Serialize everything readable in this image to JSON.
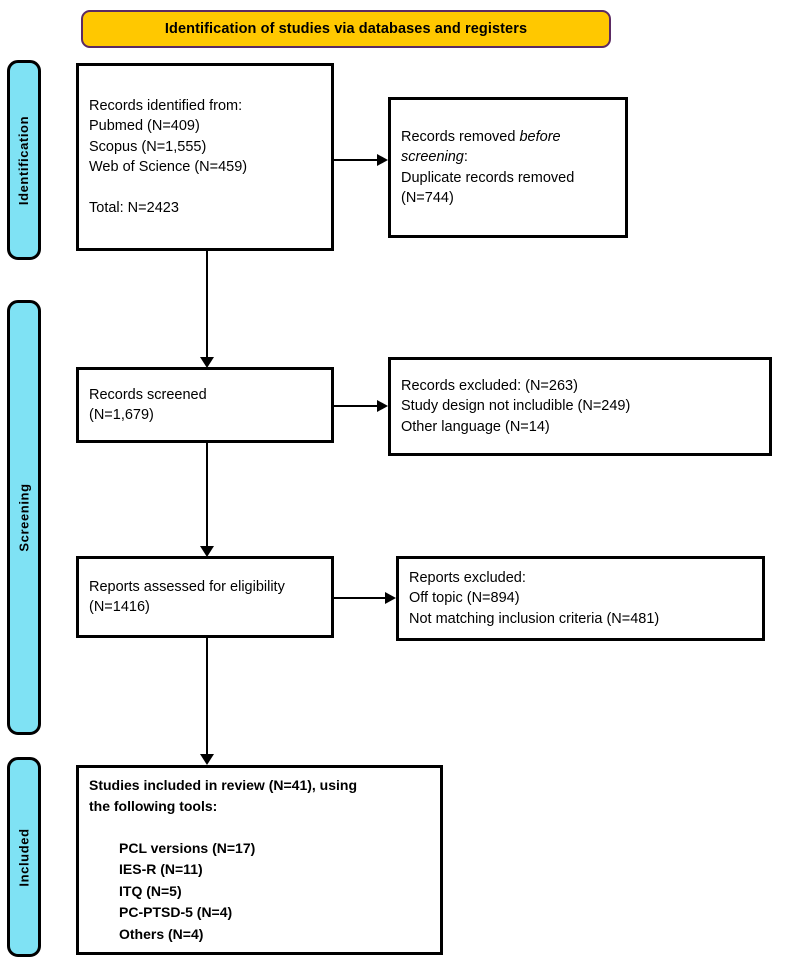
{
  "header": {
    "title": "Identification of studies via databases and registers",
    "background_color": "#FFC800",
    "border_color": "#5B2A63"
  },
  "stages": {
    "accent_color": "#7FE2F4",
    "identification": "Identification",
    "screening": "Screening",
    "included": "Included"
  },
  "boxes": {
    "records_identified": {
      "l1": "Records identified from:",
      "l2": "Pubmed (N=409)",
      "l3": "Scopus (N=1,555)",
      "l4": "Web of Science (N=459)",
      "l5": "Total: N=2423"
    },
    "records_removed": {
      "l1a": "Records removed ",
      "l1b": "before",
      "l2a": "screening",
      "l2b": ":",
      "l3": "Duplicate records removed",
      "l4": "(N=744)"
    },
    "records_screened": {
      "l1": "Records screened",
      "l2": "(N=1,679)"
    },
    "records_excluded": {
      "l1": "Records excluded: (N=263)",
      "l2": "Study design not includible (N=249)",
      "l3": "Other language (N=14)"
    },
    "reports_assessed": {
      "l1": "Reports assessed for eligibility",
      "l2": "(N=1416)"
    },
    "reports_excluded": {
      "l1": "Reports excluded:",
      "l2": "Off topic (N=894)",
      "l3": "Not matching inclusion criteria (N=481)"
    },
    "studies_included": {
      "l1": "Studies included in review (N=41), using",
      "l2": "the following tools:",
      "t1": "PCL versions (N=17)",
      "t2": "IES-R (N=11)",
      "t3": "ITQ (N=5)",
      "t4": "PC-PTSD-5 (N=4)",
      "t5": "Others (N=4)"
    }
  },
  "chart_data": {
    "type": "prisma-flow",
    "title": "Identification of studies via databases and registers",
    "stages": [
      "Identification",
      "Screening",
      "Included"
    ],
    "nodes": [
      {
        "id": "records_identified",
        "stage": "Identification",
        "label": "Records identified from",
        "sources": [
          {
            "name": "Pubmed",
            "n": 409
          },
          {
            "name": "Scopus",
            "n": 1555
          },
          {
            "name": "Web of Science",
            "n": 459
          }
        ],
        "total": 2423
      },
      {
        "id": "records_removed",
        "stage": "Identification",
        "label": "Records removed before screening",
        "items": [
          {
            "name": "Duplicate records removed",
            "n": 744
          }
        ]
      },
      {
        "id": "records_screened",
        "stage": "Screening",
        "label": "Records screened",
        "n": 1679
      },
      {
        "id": "records_excluded",
        "stage": "Screening",
        "label": "Records excluded",
        "n": 263,
        "items": [
          {
            "name": "Study design not includible",
            "n": 249
          },
          {
            "name": "Other language",
            "n": 14
          }
        ]
      },
      {
        "id": "reports_assessed",
        "stage": "Screening",
        "label": "Reports assessed for eligibility",
        "n": 1416
      },
      {
        "id": "reports_excluded",
        "stage": "Screening",
        "label": "Reports excluded",
        "items": [
          {
            "name": "Off topic",
            "n": 894
          },
          {
            "name": "Not matching inclusion criteria",
            "n": 481
          }
        ]
      },
      {
        "id": "studies_included",
        "stage": "Included",
        "label": "Studies included in review",
        "n": 41,
        "tools": [
          {
            "name": "PCL versions",
            "n": 17
          },
          {
            "name": "IES-R",
            "n": 11
          },
          {
            "name": "ITQ",
            "n": 5
          },
          {
            "name": "PC-PTSD-5",
            "n": 4
          },
          {
            "name": "Others",
            "n": 4
          }
        ]
      }
    ],
    "edges": [
      {
        "from": "records_identified",
        "to": "records_removed",
        "direction": "right"
      },
      {
        "from": "records_identified",
        "to": "records_screened",
        "direction": "down"
      },
      {
        "from": "records_screened",
        "to": "records_excluded",
        "direction": "right"
      },
      {
        "from": "records_screened",
        "to": "reports_assessed",
        "direction": "down"
      },
      {
        "from": "reports_assessed",
        "to": "reports_excluded",
        "direction": "right"
      },
      {
        "from": "reports_assessed",
        "to": "studies_included",
        "direction": "down"
      }
    ]
  }
}
